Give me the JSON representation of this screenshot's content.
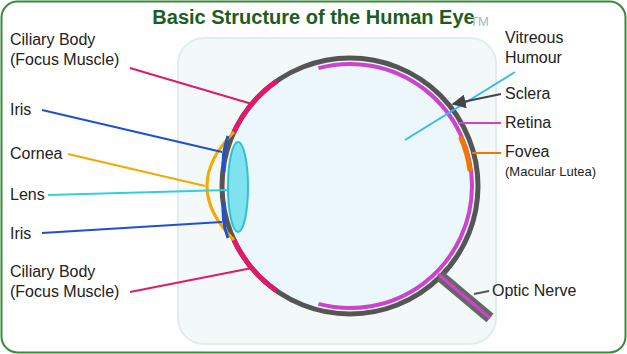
{
  "diagram": {
    "title": "Basic Structure of the Human Eye",
    "labels": [
      "TM",
      "Ciliary Body",
      "(Focus Muscle)",
      "Iris",
      "Cornea",
      "Lens",
      "Iris",
      "Ciliary Body",
      "(Focus Muscle)",
      "Vitreous Humour",
      "Sclera",
      "Retina",
      "Fovea",
      "(Macular Lutea)",
      "Optic Nerve"
    ]
  }
}
